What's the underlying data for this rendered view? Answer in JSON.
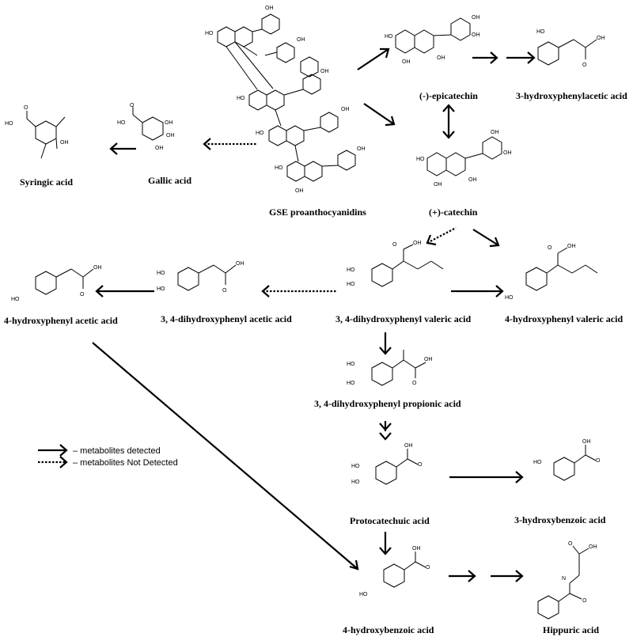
{
  "compounds": {
    "gse": "GSE proanthocyanidins",
    "epicatechin": "(-)-epicatechin",
    "catechin": "(+)-catechin",
    "hpla": "3-hydroxyphenylacetic acid",
    "gallic": "Gallic acid",
    "syringic": "Syringic acid",
    "dhpva": "3, 4-dihydroxyphenyl valeric acid",
    "hpva": "4-hydroxyphenyl valeric acid",
    "dhpaa": "3, 4-dihydroxyphenyl acetic acid",
    "hpaa": "4-hydroxyphenyl acetic acid",
    "dhppa": "3, 4-dihydroxyphenyl propionic acid",
    "protocatechuic": "Protocatechuic acid",
    "hba3": "3-hydroxybenzoic acid",
    "hba4": "4-hydroxybenzoic acid",
    "hippuric": "Hippuric acid"
  },
  "legend": {
    "detected": "–  metabolites detected",
    "not_detected": "–  metabolites Not Detected"
  },
  "atoms": {
    "oh": "OH",
    "ho": "HO",
    "o": "O",
    "n": "N"
  }
}
